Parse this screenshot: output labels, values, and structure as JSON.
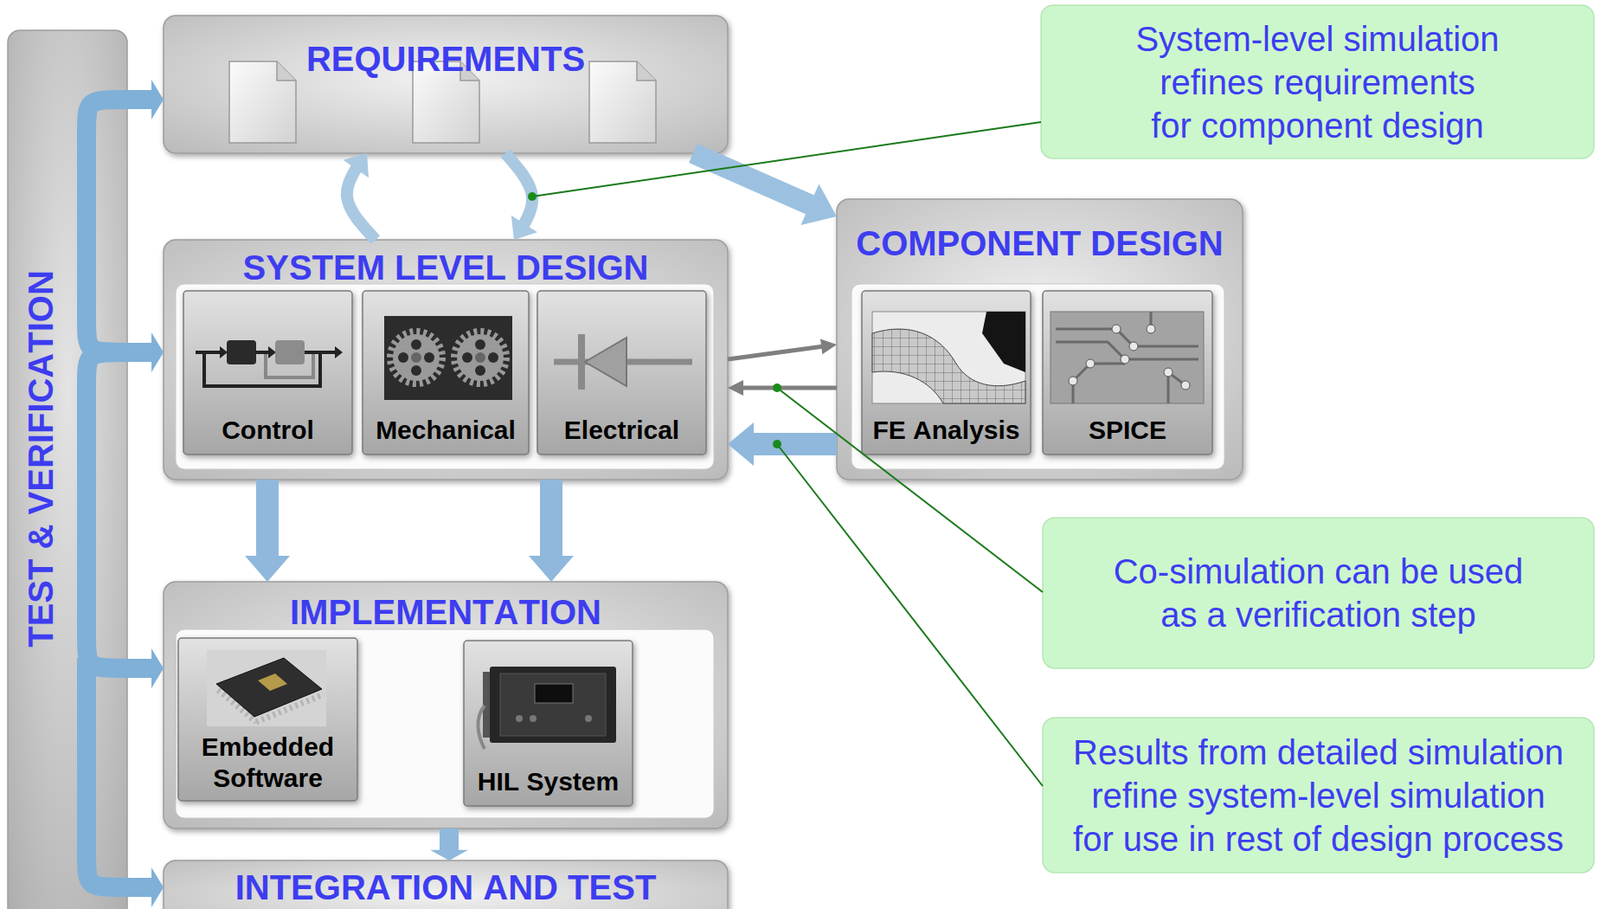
{
  "diagram": {
    "nodes": [
      {
        "text": [
          "REQUIREMENTS"
        ]
      },
      {
        "text": [
          "SYSTEM LEVEL DESIGN"
        ]
      },
      {
        "text": [
          "Control"
        ],
        "in": 1
      },
      {
        "text": [
          "Mechanical"
        ],
        "in": 1
      },
      {
        "text": [
          "Electrical"
        ],
        "in": 1
      },
      {
        "text": [
          "COMPONENT DESIGN"
        ]
      },
      {
        "text": [
          "FE Analysis"
        ],
        "in": 5
      },
      {
        "text": [
          "SPICE"
        ],
        "in": 5
      },
      {
        "text": [
          "IMPLEMENTATION"
        ]
      },
      {
        "text": [
          "Embedded Software"
        ],
        "in": 8
      },
      {
        "text": [
          "HIL System"
        ],
        "in": 8
      },
      {
        "text": [
          "INTEGRATION AND TEST"
        ]
      },
      {
        "text": [
          "TEST & VERIFICATION"
        ]
      },
      {
        "text": [
          "System-level simulation refines requirements for component design"
        ]
      },
      {
        "text": [
          "Co-simulation can be used as a verification step"
        ]
      },
      {
        "text": [
          "Results from detailed simulation refine system-level simulation for use in rest of design process"
        ]
      }
    ],
    "edges": [
      {
        "from": 0,
        "to": 5,
        "arrow": "to"
      },
      {
        "from": 1,
        "to": 0,
        "arrow": "to"
      },
      {
        "from": 0,
        "to": 1,
        "arrow": "to"
      },
      {
        "from": 1,
        "to": 5,
        "arrow": "to"
      },
      {
        "from": 5,
        "to": 1,
        "arrow": "to"
      },
      {
        "from": 5,
        "to": 1,
        "arrow": "to"
      },
      {
        "from": 1,
        "to": 8,
        "arrow": "to"
      },
      {
        "from": 1,
        "to": 8,
        "arrow": "to"
      },
      {
        "from": 8,
        "to": 11,
        "arrow": "to"
      },
      {
        "from": 12,
        "to": 0,
        "arrow": "to"
      },
      {
        "from": 12,
        "to": 1,
        "arrow": "to"
      },
      {
        "from": 12,
        "to": 8,
        "arrow": "to"
      },
      {
        "from": 12,
        "to": 11,
        "arrow": "to"
      }
    ]
  }
}
